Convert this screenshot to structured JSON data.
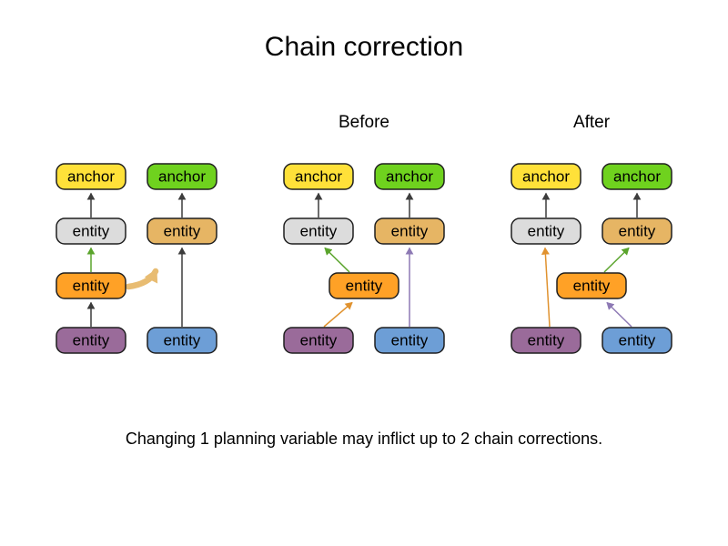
{
  "title": "Chain correction",
  "caption": "Changing 1 planning variable may inflict up to 2 chain corrections.",
  "sections": {
    "before": "Before",
    "after": "After"
  },
  "nodes": {
    "anchor": "anchor",
    "entity": "entity"
  },
  "colors": {
    "anchor_yellow": "#ffe139",
    "anchor_green": "#6fd21e",
    "entity_gray": "#dcdcdc",
    "entity_tan": "#e6b564",
    "entity_orange": "#ffa126",
    "entity_purple": "#9a6b9a",
    "entity_blue": "#6d9ed6",
    "arrow_black": "#3c3c3c",
    "arrow_green": "#5aa42c",
    "arrow_orange": "#e0922f",
    "arrow_purple": "#8d79b4",
    "move_arrow": "#e8bc72"
  }
}
